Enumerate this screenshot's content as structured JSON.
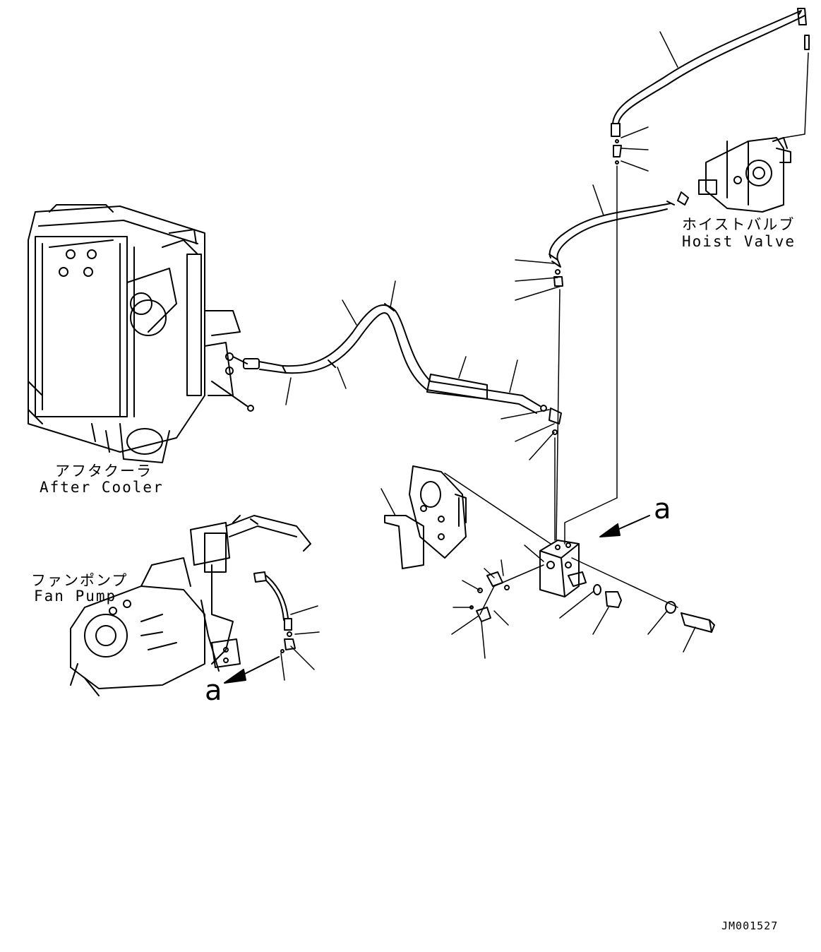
{
  "labels": {
    "hoist_valve_jp": "ホイストバルブ",
    "hoist_valve_en": "Hoist Valve",
    "after_cooler_jp": "アフタクーラ",
    "after_cooler_en": "After Cooler",
    "fan_pump_jp": "ファンポンプ",
    "fan_pump_en": "Fan Pump"
  },
  "view_marker_right": "a",
  "view_marker_left": "a",
  "drawing_code": "JM001527",
  "colors": {
    "line": "#000000",
    "background": "#ffffff"
  }
}
